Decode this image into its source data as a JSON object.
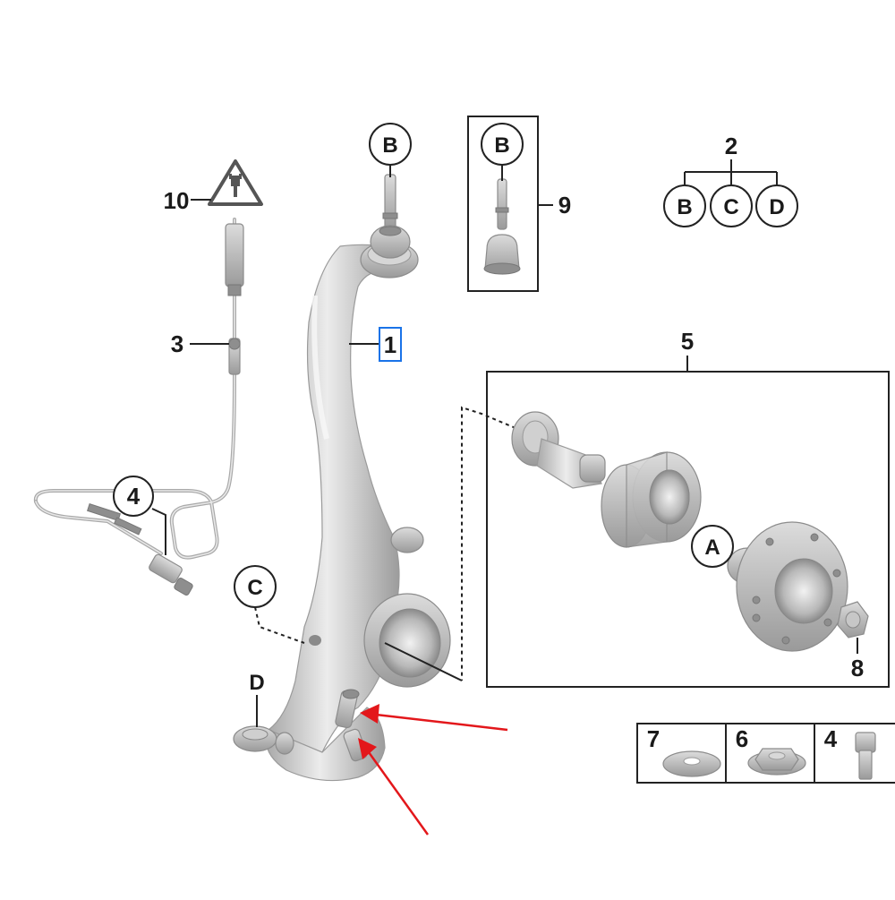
{
  "callouts": {
    "c1": "1",
    "c2": "2",
    "c3": "3",
    "c4_sensor": "4",
    "c4_bolt": "4",
    "c5": "5",
    "c6": "6",
    "c7": "7",
    "c8": "8",
    "c9": "9",
    "c10": "10"
  },
  "letters": {
    "b_top": "B",
    "b_box9": "B",
    "b_group": "B",
    "c_group": "C",
    "d_group": "D",
    "c_knuckle": "C",
    "d_knuckle": "D",
    "a_hub": "A"
  },
  "colors": {
    "highlight_box": "#1a73e8",
    "arrow": "#e3171b",
    "metal_light": "#e9e9e9",
    "metal_dark": "#9c9c9c"
  },
  "icons": {
    "warning": "electrical-warning-triangle-icon"
  }
}
